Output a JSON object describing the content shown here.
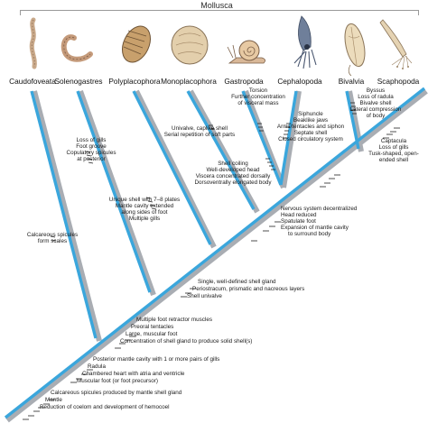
{
  "title": "Mollusca",
  "taxa": [
    {
      "name": "Caudofoveata",
      "icon": "worm-icon"
    },
    {
      "name": "Solenogastres",
      "icon": "curved-worm-icon"
    },
    {
      "name": "Polyplacophora",
      "icon": "chiton-icon"
    },
    {
      "name": "Monoplacophora",
      "icon": "cap-shell-icon"
    },
    {
      "name": "Gastropoda",
      "icon": "snail-icon"
    },
    {
      "name": "Cephalopoda",
      "icon": "squid-icon"
    },
    {
      "name": "Bivalvia",
      "icon": "bivalve-icon"
    },
    {
      "name": "Scaphopoda",
      "icon": "tusk-shell-icon"
    }
  ],
  "branch_annotations": {
    "caudofoveata": [
      "Calcareous spicules",
      "form scales"
    ],
    "solenogastres": [
      "Loss of gills",
      "Foot groove",
      "Copulatory spicules",
      "at posterior"
    ],
    "polyplacophora": [
      "Unique shell with 7–8 plates",
      "Mantle cavity extended",
      "along sides of foot",
      "Multiple gills"
    ],
    "monoplacophora": [
      "Univalve, caplike shell",
      "Serial repetition of soft parts"
    ],
    "gastropoda": [
      "Torsion",
      "Further concentration",
      "of visceral mass"
    ],
    "cephalopoda": [
      "Siphuncle",
      "Beaklike jaws",
      "Arms/tentacles and siphon",
      "Septate shell",
      "Closed circulatory system"
    ],
    "bivalvia": [
      "Byssus",
      "Loss of radula",
      "Bivalve shell",
      "Lateral compression",
      "of body"
    ],
    "scaphopoda": [
      "Captacula",
      "Loss of gills",
      "Tusk-shaped, open-",
      "ended shell"
    ],
    "gastropoda_cephalopoda": [
      "Shell coiling",
      "Well-developed head",
      "Viscera concentrated dorsally",
      "Dorsoventrally elongated body"
    ],
    "conchifera_upper": [
      "Nervous system decentralized",
      "Head reduced",
      "Spatulate foot",
      "Expansion of mantle cavity",
      "to surround body"
    ]
  },
  "ladder_annotations": [
    "Single, well-defined shell gland",
    "Periostracum, prismatic and nacreous layers",
    "Shell univalve",
    "Multiple foot retractor muscles",
    "Preoral tentacles",
    "Large, muscular foot",
    "Concentration of shell gland to produce solid shell(s)",
    "Posterior mantle cavity with 1 or more pairs of gills",
    "Radula",
    "Chambered heart with atria and ventricle",
    "Muscular foot (or foot precursor)",
    "Calcareous spicules produced by mantle shell gland",
    "Mantle",
    "Reduction of coelom and development of hemocoel"
  ],
  "colors": {
    "branch_blue": "#3aa6dc",
    "branch_shadow": "#a9adb3",
    "tick": "#222222"
  }
}
